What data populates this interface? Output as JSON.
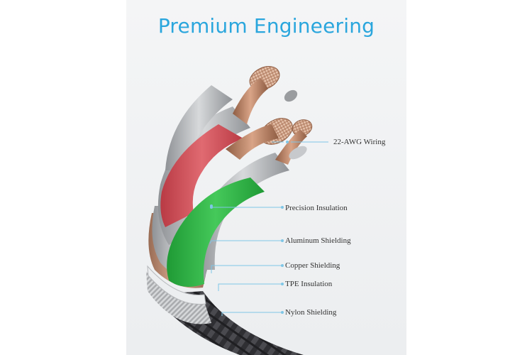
{
  "title": "Premium Engineering",
  "callouts": [
    {
      "label": "22-AWG Wiring"
    },
    {
      "label": "Precision Insulation"
    },
    {
      "label": "Aluminum Shielding"
    },
    {
      "label": "Copper Shielding"
    },
    {
      "label": "TPE Insulation"
    },
    {
      "label": "Nylon Shielding"
    }
  ],
  "colors": {
    "title": "#2aa6dd",
    "leader_line": "#7fc6e6",
    "red_wire": "#d6535b",
    "green_wire": "#33b84b",
    "copper": "#c48565",
    "braid": "#3a3a3d"
  }
}
